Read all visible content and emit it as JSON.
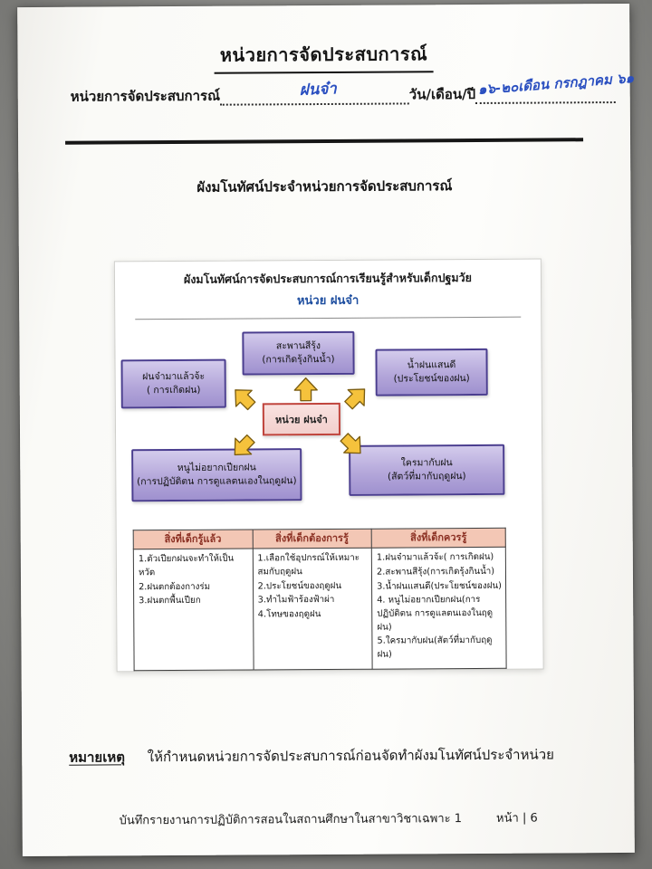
{
  "page": {
    "title": "หน่วยการจัดประสบการณ์",
    "form_label": "หน่วยการจัดประสบการณ์",
    "form_value_handwritten": "ฝนจ๋า",
    "date_label": "วัน/เดือน/ปี",
    "date_value_handwritten": "๑๖-๒๐เดือน กรกฎาคม ๖๑",
    "section_title": "ผังมโนทัศน์ประจำหน่วยการจัดประสบการณ์",
    "note_label": "หมายเหตุ",
    "note_text": "ให้กำหนดหน่วยการจัดประสบการณ์ก่อนจัดทำผังมโนทัศน์ประจำหน่วย",
    "footer_text": "บันทึกรายงานการปฏิบัติการสอนในสถานศึกษาในสาขาวิชาเฉพาะ 1",
    "footer_page": "หน้า |   6"
  },
  "mindmap": {
    "title": "ผังมโนทัศน์การจัดประสบการณ์การเรียนรู้สำหรับเด็กปฐมวัย",
    "subtitle": "หน่วย ฝนจ๋า",
    "center": "หน่วย ฝนจ๋า",
    "nodes": {
      "top": {
        "line1": "สะพานสีรุ้ง",
        "line2": "(การเกิดรุ้งกินน้ำ)"
      },
      "left": {
        "line1": "ฝนจ๋ามาแล้วจ้ะ",
        "line2": "( การเกิดฝน)"
      },
      "right": {
        "line1": "น้ำฝนแสนดี",
        "line2": "(ประโยชน์ของฝน)"
      },
      "bottom_left": {
        "line1": "หนูไม่อยากเปียกฝน",
        "line2": "(การปฏิบัติตน การดูแลตนเองในฤดูฝน)"
      },
      "bottom_right": {
        "line1": "ใครมากับฝน",
        "line2": "(สัตว์ที่มากับฤดูฝน)"
      }
    }
  },
  "table": {
    "headers": [
      "สิ่งที่เด็กรู้แล้ว",
      "สิ่งที่เด็กต้องการรู้",
      "สิ่งที่เด็กควรรู้"
    ],
    "columns": [
      [
        "1.ตัวเปียกฝนจะทำให้เป็นหวัด",
        "2.ฝนตกต้องกางร่ม",
        "3.ฝนตกพื้นเปียก"
      ],
      [
        "1.เลือกใช้อุปกรณ์ให้เหมาะสมกับฤดูฝน",
        "2.ประโยชน์ของฤดูฝน",
        "3.ทำไมฟ้าร้องฟ้าผ่า",
        "4.โทษของฤดูฝน"
      ],
      [
        "1.ฝนจ๋ามาแล้วจ้ะ( การเกิดฝน)",
        "2.สะพานสีรุ้ง(การเกิดรุ้งกินน้ำ)",
        "3.น้ำฝนแสนดี(ประโยชน์ของฝน)",
        "4. หนูไม่อยากเปียกฝน(การปฏิบัติตน การดูแลตนเองในฤดูฝน)",
        "5.ใครมากับฝน(สัตว์ที่มากับฤดูฝน)"
      ]
    ]
  },
  "colors": {
    "backdrop": "#8e8e8b",
    "paper": "#fafaf7",
    "accent_blue": "#1f4fa0",
    "handwriting_blue": "#2a4fc0",
    "node_fill_top": "#d3cbec",
    "node_fill_bottom": "#9f91cf",
    "node_border": "#4a3d8f",
    "center_fill": "#f2cfcc",
    "center_border": "#c0443c",
    "arrow_fill": "#f5c23c",
    "arrow_stroke": "#7a5c10",
    "table_header_bg": "#f3c7b5",
    "table_header_text": "#8b3023"
  }
}
